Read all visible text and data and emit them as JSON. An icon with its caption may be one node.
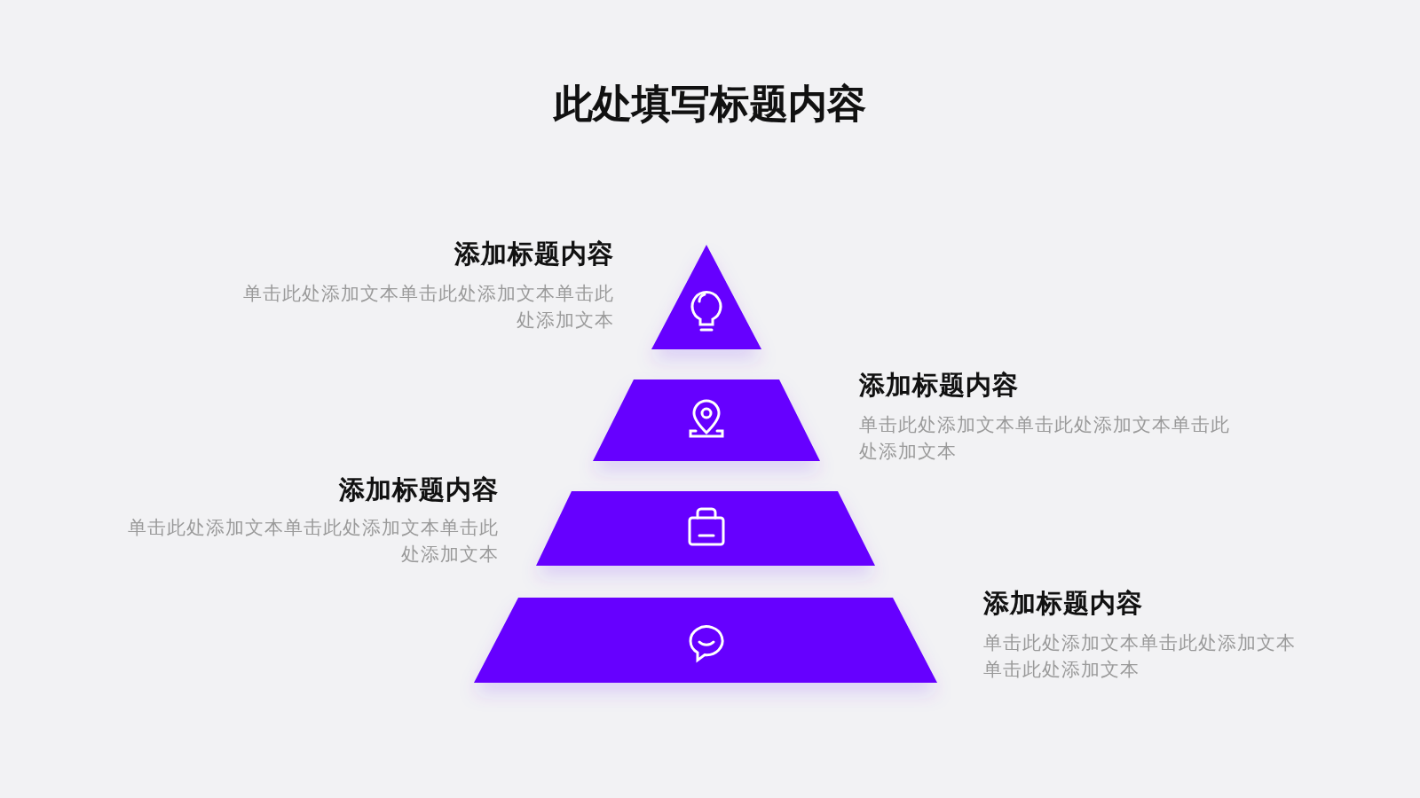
{
  "diagram": {
    "title": "此处填写标题内容",
    "labels": [
      "添加标题内容",
      "单击此处添加文本单击此处添加文本单击此处添加文本",
      "添加标题内容",
      "单击此处添加文本单击此处添加文本单击此处添加文本",
      "添加标题内容",
      "单击此处添加文本单击此处添加文本单击此处添加文本",
      "添加标题内容",
      "单击此处添加文本单击此处添加文本单击此处添加文本"
    ]
  }
}
